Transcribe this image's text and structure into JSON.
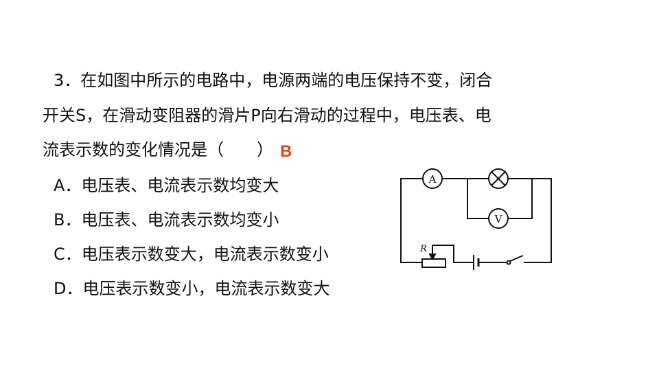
{
  "question": {
    "lines": [
      "3．在如图中所示的电路中，电源两端的电压保持不变，闭合",
      "开关S，在滑动变阻器的滑片P向右滑动的过程中，电压表、电",
      "流表示数的变化情况是（　　）"
    ],
    "answer": "B",
    "options": [
      "A．电压表、电流表示数均变大",
      "B．电压表、电流表示数均变小",
      "C．电压表示数变大，电流表示数变小",
      "D．电压表示数变小，电流表示数变大"
    ]
  },
  "circuit": {
    "ammeter": "A",
    "voltmeter": "V",
    "rheostat": "R"
  },
  "colors": {
    "answer": "#e8401c"
  }
}
